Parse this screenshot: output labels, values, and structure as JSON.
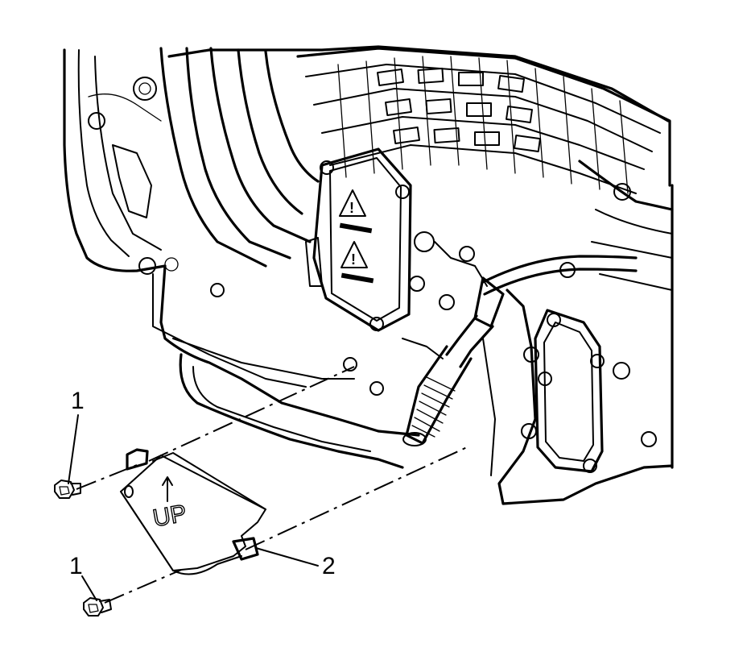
{
  "callouts": [
    {
      "id": "bolt-upper",
      "label": "1"
    },
    {
      "id": "bolt-lower",
      "label": "1"
    },
    {
      "id": "bracket",
      "label": "2"
    }
  ],
  "bracket_marking": {
    "text": "UP"
  }
}
